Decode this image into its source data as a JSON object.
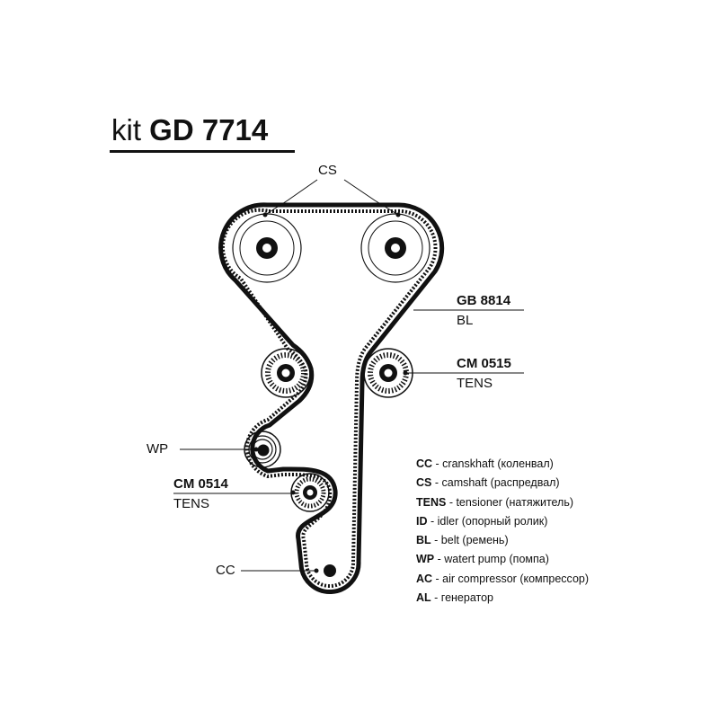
{
  "title": {
    "prefix": "kit",
    "code": "GD 7714"
  },
  "labels": {
    "cs": "CS",
    "belt_code": "GB 8814",
    "belt_type": "BL",
    "tens_right_code": "CM 0515",
    "tens_right_type": "TENS",
    "wp": "WP",
    "tens_left_code": "CM 0514",
    "tens_left_type": "TENS",
    "cc": "CC"
  },
  "legend": [
    {
      "abbr": "CC",
      "text": "- cranskhaft (коленвал)"
    },
    {
      "abbr": "CS",
      "text": "- camshaft (распредвал)"
    },
    {
      "abbr": "TENS",
      "text": "- tensioner (натяжитель)"
    },
    {
      "abbr": "ID",
      "text": "- idler (опорный ролик)"
    },
    {
      "abbr": "BL",
      "text": "- belt (ремень)"
    },
    {
      "abbr": "WP",
      "text": "- watert pump (помпа)"
    },
    {
      "abbr": "AC",
      "text": "- air compressor (компрессор)"
    },
    {
      "abbr": "AL",
      "text": "- генератор"
    }
  ]
}
